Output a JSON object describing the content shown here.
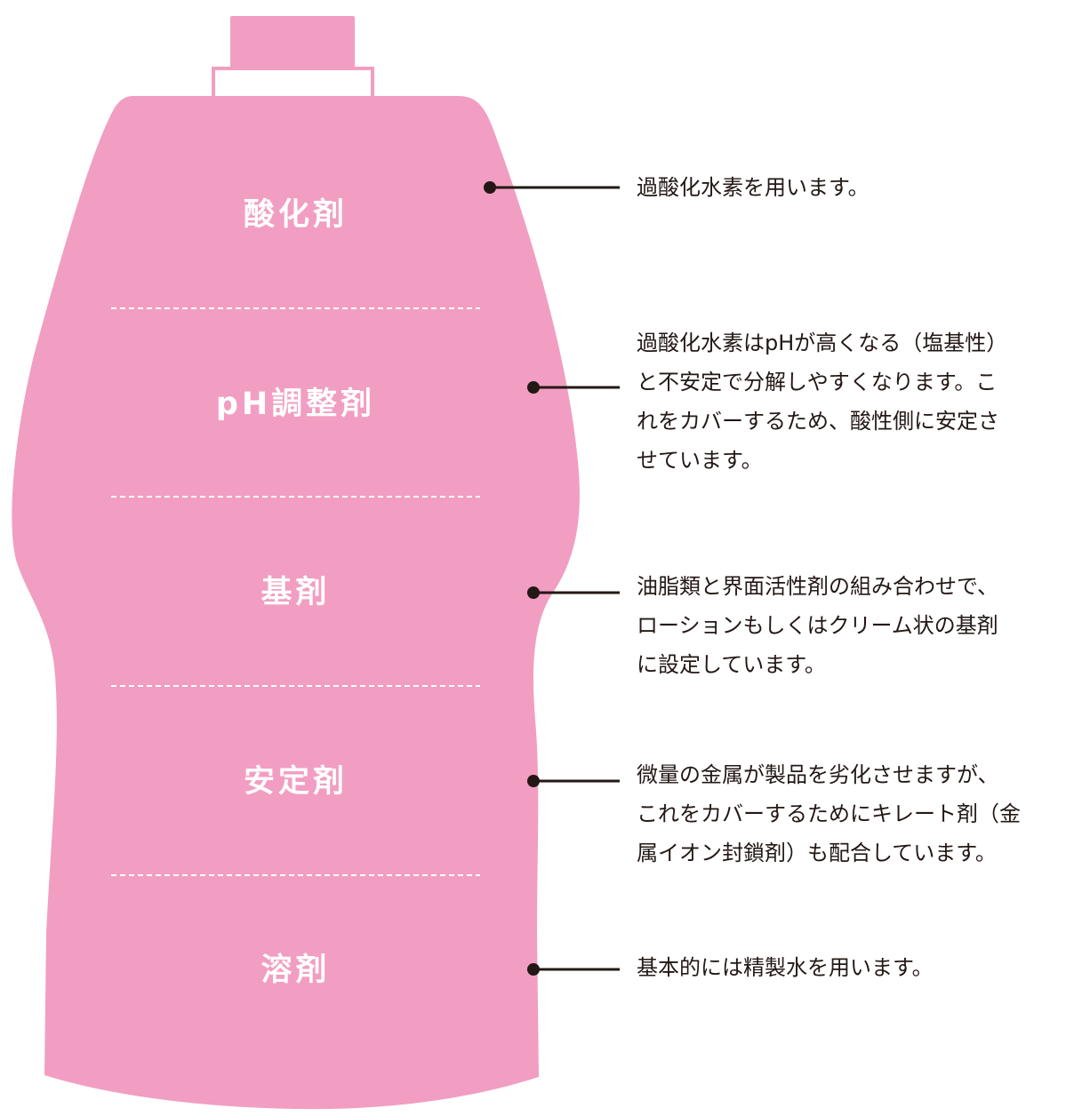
{
  "colors": {
    "bottle": "#f19ec2",
    "cap": "#f19ec2",
    "neck_ring": "#ffffff",
    "divider": "#ffffff",
    "label_text": "#ffffff",
    "description_text": "#231815",
    "leader_line": "#231815"
  },
  "layers": [
    {
      "name": "酸化剤",
      "description": "過酸化水素を用います。"
    },
    {
      "name": "pH調整剤",
      "description": "過酸化水素はpHが高くなる（塩基性）\nと不安定で分解しやすくなります。こ\nれをカバーするため、酸性側に安定さ\nせています。"
    },
    {
      "name": "基剤",
      "description": "油脂類と界面活性剤の組み合わせで、\nローションもしくはクリーム状の基剤\nに設定しています。"
    },
    {
      "name": "安定剤",
      "description": "微量の金属が製品を劣化させますが、\nこれをカバーするためにキレート剤（金\n属イオン封鎖剤）も配合しています。"
    },
    {
      "name": "溶剤",
      "description": "基本的には精製水を用います。"
    }
  ]
}
